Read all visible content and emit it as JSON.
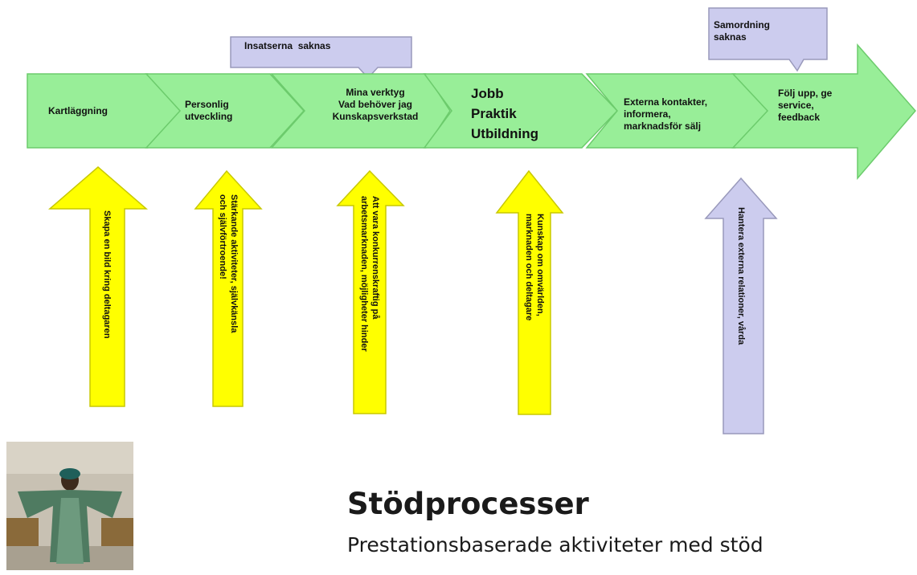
{
  "colors": {
    "process_fill": "#98ee98",
    "process_stroke": "#6ccb6c",
    "support_fill": "#ffff00",
    "support_stroke": "#c8c800",
    "callout_fill": "#ccccee",
    "callout_stroke": "#9999bb"
  },
  "callouts": [
    {
      "text": "Insatserna  saknas"
    },
    {
      "text": "Samordning\nsaknas"
    }
  ],
  "process_steps": [
    {
      "label": "Kartläggning"
    },
    {
      "label": "Personlig\nutveckling"
    },
    {
      "label": "Mina verktyg\nVad behöver jag\nKunskapsverkstad"
    },
    {
      "label": "Jobb\nPraktik\nUtbildning"
    },
    {
      "label": "Externa kontakter,\ninformera,\nmarknadsför  sälj"
    },
    {
      "label": "Följ upp,  ge\nservice,\nfeedback"
    }
  ],
  "support_arrows": [
    {
      "text": "Skapa en bild kring deltagaren"
    },
    {
      "text": "Stärkande aktiviteter, självkänsla\noch självförtroende!"
    },
    {
      "text": "Att vara konkurrenskraftig på\narbetsmarknaden, möjligheter hinder"
    },
    {
      "text": "Kunskap om omvärlden,\nmarknaden och deltagare"
    },
    {
      "text": "Hantera externa relationer, vårda"
    }
  ],
  "title": "Stödprocesser",
  "subtitle": "Prestationsbaserade aktiviteter med stöd"
}
